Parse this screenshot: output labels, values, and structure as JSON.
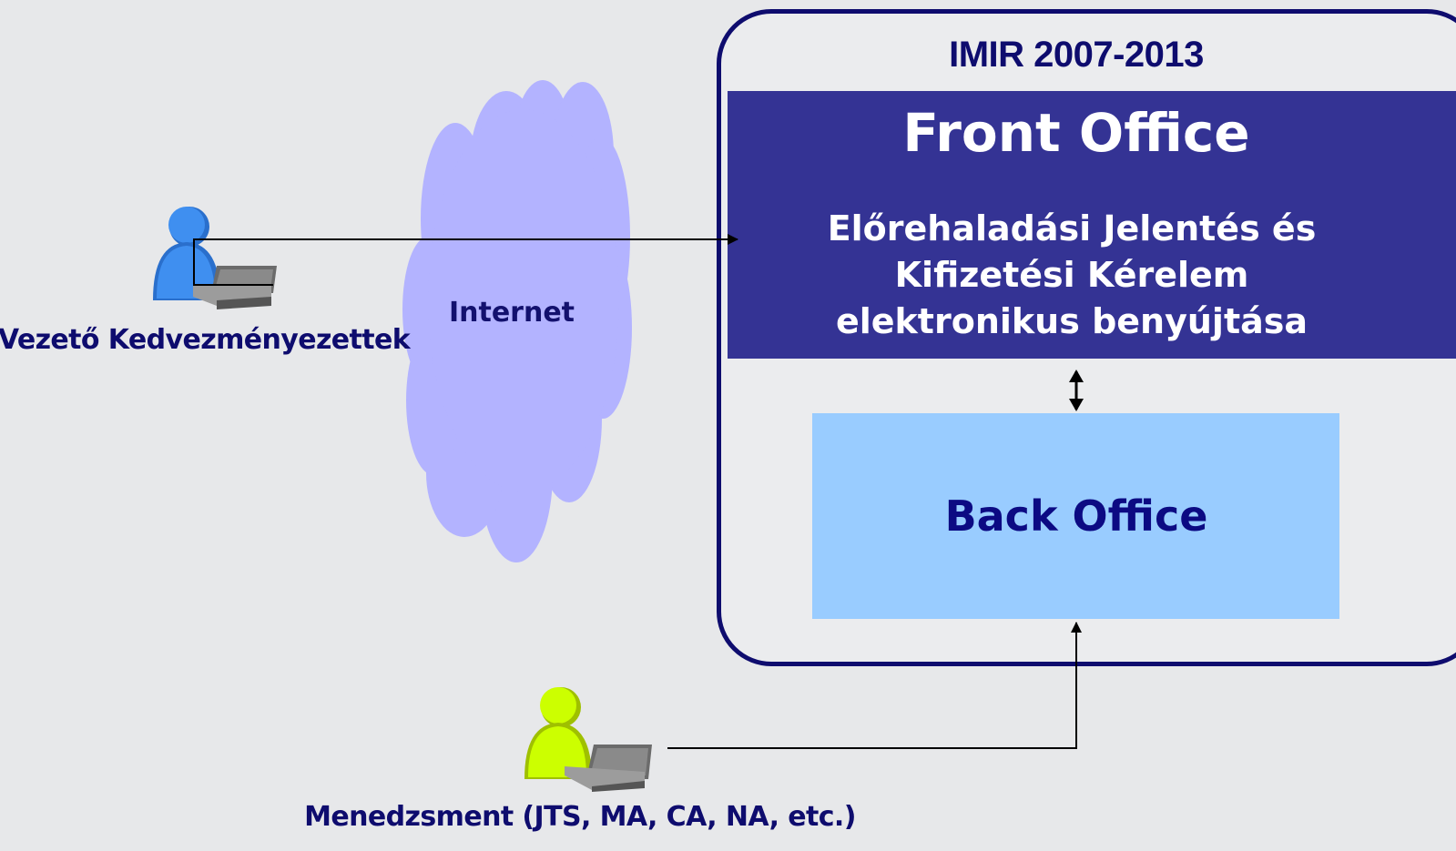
{
  "system": {
    "title": "IMIR 2007-2013",
    "front_office": {
      "title": "Front Office",
      "description": "Előrehaladási Jelentés és Kifizetési Kérelem elektronikus benyújtása"
    },
    "back_office": {
      "title": "Back Office"
    }
  },
  "network": {
    "label": "Internet"
  },
  "actors": {
    "beneficiaries": {
      "label": "Vezető Kedvezményezettek",
      "icon": "user-laptop-icon",
      "color": "#3388ee"
    },
    "management": {
      "label": "Menedzsment (JTS, MA, CA, NA, etc.)",
      "icon": "user-laptop-icon",
      "color": "#ccff00"
    }
  },
  "colors": {
    "frame": "#0e0c6e",
    "front_office": "#343394",
    "back_office": "#99ccff",
    "cloud": "#b3b3ff",
    "background": "#e7e8ea"
  }
}
